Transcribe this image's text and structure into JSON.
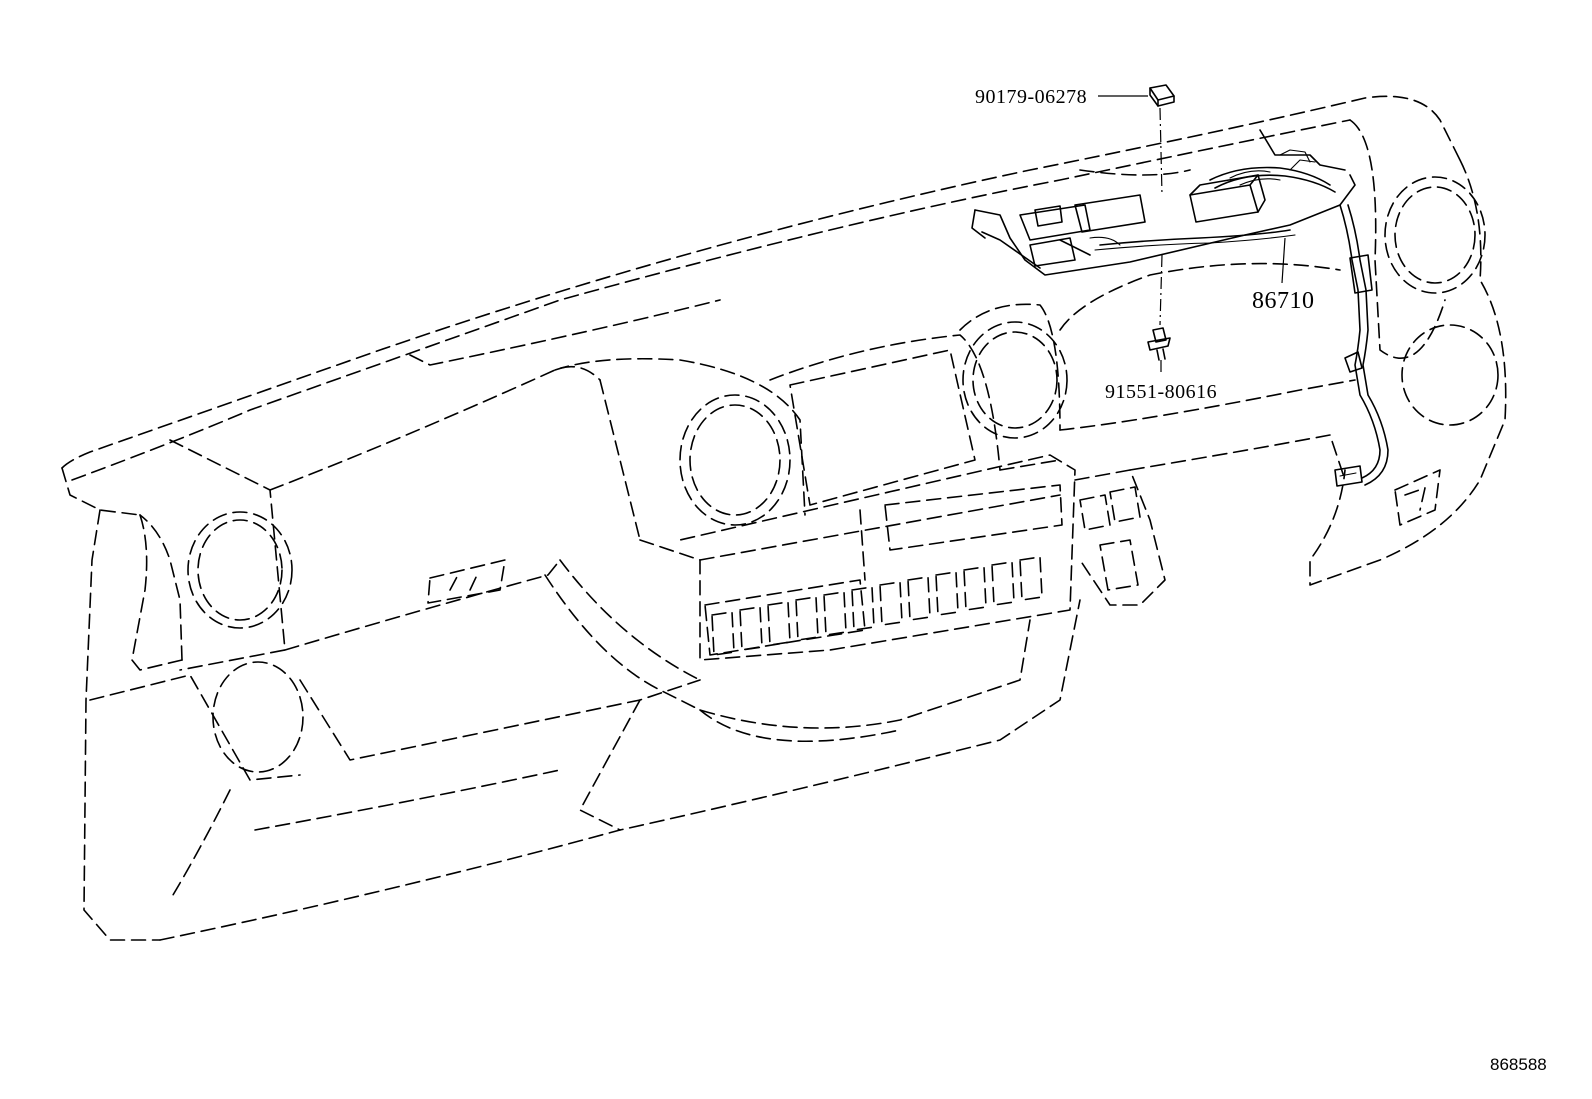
{
  "diagram_ref": "868588",
  "parts": [
    {
      "part_number": "90179-06278"
    },
    {
      "part_number": "86710"
    },
    {
      "part_number": "91551-80616"
    }
  ]
}
